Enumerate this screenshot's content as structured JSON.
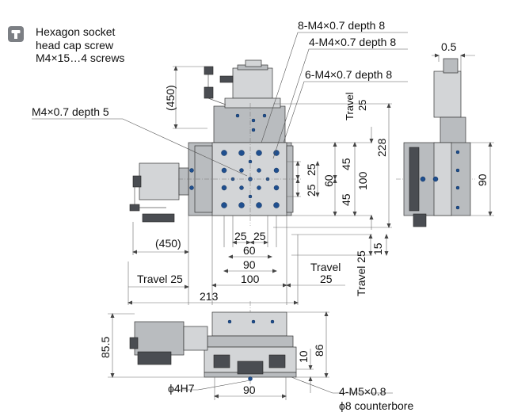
{
  "note": {
    "icon": "hexagon-screw-icon",
    "line1": "Hexagon socket",
    "line2": "head cap screw",
    "line3": "M4×15…4 screws"
  },
  "callouts": {
    "c1": "8-M4×0.7 depth 8",
    "c2": "4-M4×0.7 depth 8",
    "c3": "6-M4×0.7 depth 8",
    "c4": "M4×0.7 depth 5",
    "bottom1": "4-M5×0.8",
    "bottom2": "ϕ8 counterbore",
    "pin": "ϕ4H7"
  },
  "top_view": {
    "d450_v": "(450)",
    "d450_h": "(450)",
    "travel_v": "Travel",
    "travel_v_val": "25",
    "d228": "228",
    "d45a": "45",
    "d45b": "45",
    "d25a": "25",
    "d25b": "25",
    "d60v": "60",
    "d100v": "100",
    "d25h_a": "25",
    "d25h_b": "25",
    "d60h": "60",
    "d90h": "90",
    "travel_h_label": "Travel 25",
    "d100h": "100",
    "travel_r_label": "Travel",
    "travel_r_val": "25",
    "d213": "213",
    "travel25_vert": "Travel 25",
    "d15": "15"
  },
  "side_view": {
    "d05": "0.5",
    "d90": "90"
  },
  "front_view": {
    "d85_5": "85.5",
    "d86": "86",
    "d10": "10",
    "d90": "90"
  }
}
